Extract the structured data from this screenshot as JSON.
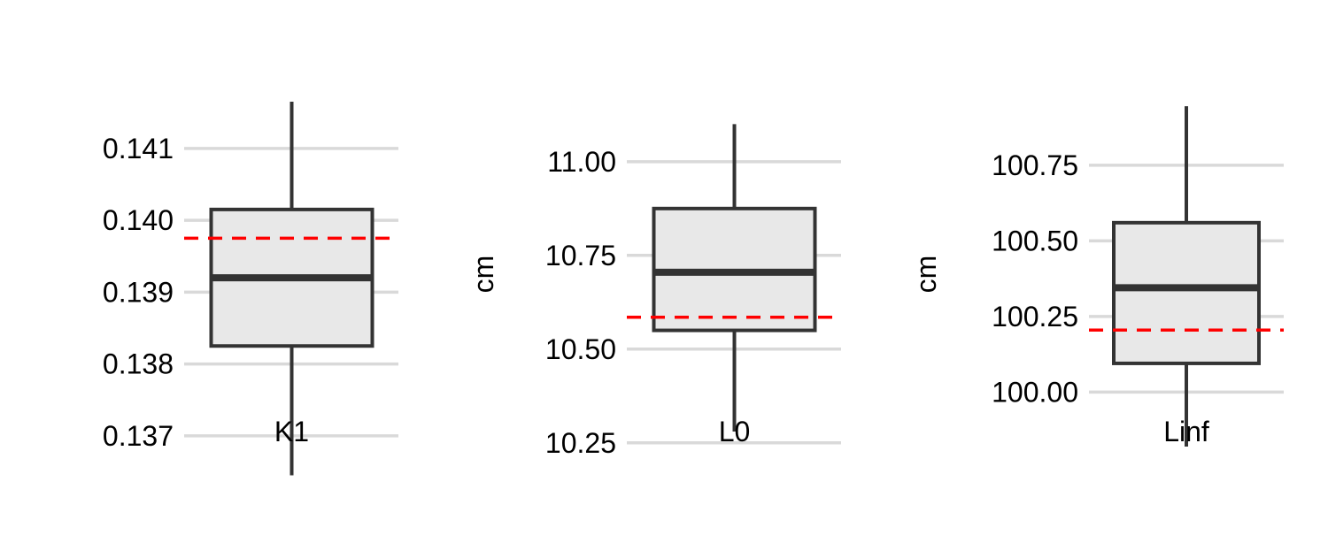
{
  "colors": {
    "grid": "#d9d9d9",
    "box_fill": "#e8e8e8",
    "box_stroke": "#333333",
    "reference_line": "#ff0000",
    "text": "#000000"
  },
  "chart_data": [
    {
      "type": "box",
      "category": "K1",
      "ylabel": "",
      "ylim": [
        0.13685,
        0.14165
      ],
      "yticks": [
        0.137,
        0.138,
        0.139,
        0.14,
        0.141
      ],
      "ytick_labels": [
        "0.137",
        "0.138",
        "0.139",
        "0.140",
        "0.141"
      ],
      "whisker_low": 0.13645,
      "q1": 0.13825,
      "median": 0.1392,
      "q3": 0.14015,
      "whisker_high": 0.14165,
      "reference": 0.13975,
      "grid": true,
      "legend": "none"
    },
    {
      "type": "box",
      "category": "L0",
      "ylabel": "cm",
      "ylim": [
        10.24,
        11.16
      ],
      "yticks": [
        10.25,
        10.5,
        10.75,
        11.0
      ],
      "ytick_labels": [
        "10.25",
        "10.50",
        "10.75",
        "11.00"
      ],
      "whisker_low": 10.28,
      "q1": 10.55,
      "median": 10.705,
      "q3": 10.875,
      "whisker_high": 11.1,
      "reference": 10.585,
      "grid": true,
      "legend": "none"
    },
    {
      "type": "box",
      "category": "Linf",
      "ylabel": "cm",
      "ylim": [
        99.82,
        100.96
      ],
      "yticks": [
        100.0,
        100.25,
        100.5,
        100.75
      ],
      "ytick_labels": [
        "100.00",
        "100.25",
        "100.50",
        "100.75"
      ],
      "whisker_low": 99.82,
      "q1": 100.095,
      "median": 100.345,
      "q3": 100.56,
      "whisker_high": 100.945,
      "reference": 100.205,
      "grid": true,
      "legend": "none"
    }
  ]
}
